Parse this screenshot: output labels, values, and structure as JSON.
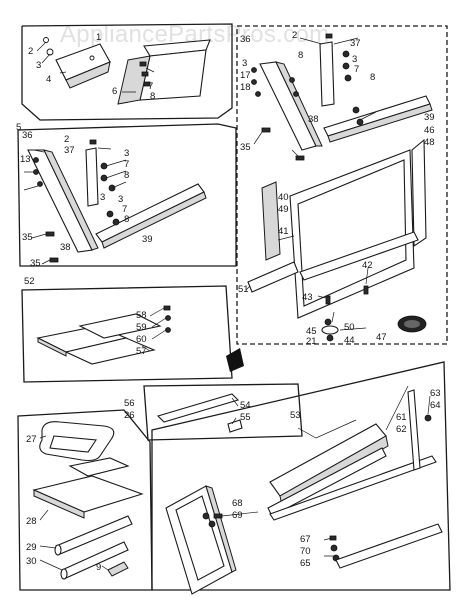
{
  "watermark": "AppliancePartsPros.com",
  "labels": {
    "top_left_panel": [
      "2",
      "3",
      "4",
      "1",
      "6",
      "7",
      "8",
      "5"
    ],
    "left_assembly": [
      "36",
      "2",
      "37",
      "3",
      "13",
      "7",
      "8",
      "3",
      "3",
      "7",
      "8",
      "35",
      "38",
      "39",
      "35",
      "52"
    ],
    "right_assembly": [
      "36",
      "2",
      "37",
      "3",
      "3",
      "8",
      "7",
      "17",
      "8",
      "18",
      "38",
      "35",
      "39",
      "46",
      "48",
      "40",
      "49",
      "41",
      "51",
      "42",
      "43",
      "45",
      "50",
      "21",
      "44",
      "47"
    ],
    "hardware_panel": [
      "58",
      "59",
      "60",
      "57"
    ],
    "center_labels": [
      "56",
      "26"
    ],
    "seal_panel": [
      "54",
      "55",
      "53"
    ],
    "bottom_left_panel": [
      "27",
      "28",
      "29",
      "30",
      "9"
    ],
    "bottom_right_panel": [
      "61",
      "62",
      "63",
      "64",
      "68",
      "69",
      "67",
      "70",
      "65"
    ]
  }
}
